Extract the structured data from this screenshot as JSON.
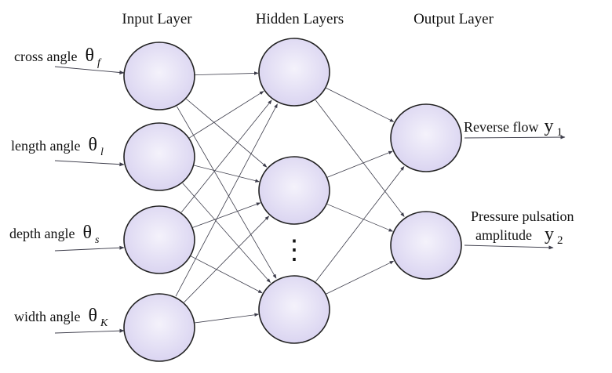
{
  "layers": {
    "input_title": "Input Layer",
    "hidden_title": "Hidden Layers",
    "output_title": "Output Layer"
  },
  "inputs": [
    {
      "label": "cross  angle",
      "symbol": "θ",
      "subscript": "f"
    },
    {
      "label": "length  angle",
      "symbol": "θ",
      "subscript": "l"
    },
    {
      "label": "depth  angle",
      "symbol": "θ",
      "subscript": "s"
    },
    {
      "label": "width  angle",
      "symbol": "θ",
      "subscript": "K"
    }
  ],
  "hidden": {
    "visible_nodes": 3,
    "ellipsis": "⋮"
  },
  "outputs": [
    {
      "label_line1": "Reverse flow",
      "label_line2": "",
      "symbol": "y",
      "subscript": "1"
    },
    {
      "label_line1": "Pressure pulsation",
      "label_line2": "amplitude",
      "symbol": "y",
      "subscript": "2"
    }
  ],
  "colors": {
    "node_center": "#f3f1fb",
    "node_edge": "#d6d0ef",
    "stroke": "#222222",
    "line": "#3c3c4a"
  }
}
